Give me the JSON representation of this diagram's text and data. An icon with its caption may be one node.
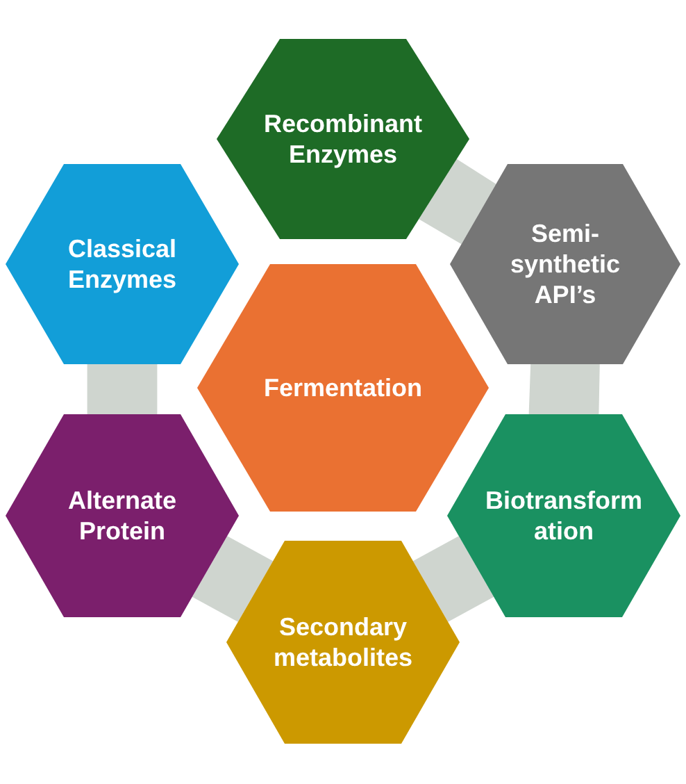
{
  "diagram": {
    "nodes": [
      {
        "text": [
          "Fermentation"
        ]
      },
      {
        "text": [
          "Recombinant Enzymes"
        ]
      },
      {
        "text": [
          "Semi-synthetic API’s"
        ]
      },
      {
        "text": [
          "Biotransformation"
        ]
      },
      {
        "text": [
          "Secondary metabolites"
        ]
      },
      {
        "text": [
          "Alternate Protein"
        ]
      },
      {
        "text": [
          "Classical Enzymes"
        ]
      }
    ],
    "edges": [
      {
        "from": 1,
        "to": 2,
        "arrow": "none",
        "style": "thick"
      },
      {
        "from": 2,
        "to": 3,
        "arrow": "none",
        "style": "thick"
      },
      {
        "from": 3,
        "to": 4,
        "arrow": "none",
        "style": "thick"
      },
      {
        "from": 4,
        "to": 5,
        "arrow": "none",
        "style": "thick"
      },
      {
        "from": 5,
        "to": 6,
        "arrow": "none",
        "style": "thick"
      }
    ]
  }
}
